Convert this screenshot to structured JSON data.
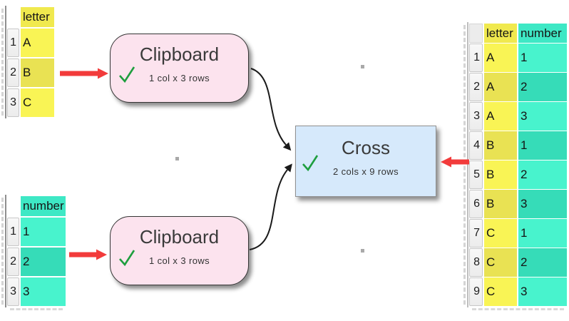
{
  "nodes": {
    "clipboard_top": {
      "title": "Clipboard",
      "subtitle": "1 col x 3 rows",
      "status_icon": "green-checkmark"
    },
    "clipboard_bottom": {
      "title": "Clipboard",
      "subtitle": "1 col x 3 rows",
      "status_icon": "green-checkmark"
    },
    "cross": {
      "title": "Cross",
      "subtitle": "2 cols x 9 rows",
      "status_icon": "green-checkmark"
    }
  },
  "tables": {
    "letter": {
      "header": "letter",
      "rows": [
        [
          "1",
          "A"
        ],
        [
          "2",
          "B"
        ],
        [
          "3",
          "C"
        ]
      ]
    },
    "number": {
      "header": "number",
      "rows": [
        [
          "1",
          "1"
        ],
        [
          "2",
          "2"
        ],
        [
          "3",
          "3"
        ]
      ]
    },
    "result": {
      "headers": [
        "letter",
        "number"
      ],
      "rows": [
        [
          "1",
          "A",
          "1"
        ],
        [
          "2",
          "A",
          "2"
        ],
        [
          "3",
          "A",
          "3"
        ],
        [
          "4",
          "B",
          "1"
        ],
        [
          "5",
          "B",
          "2"
        ],
        [
          "6",
          "B",
          "3"
        ],
        [
          "7",
          "C",
          "1"
        ],
        [
          "8",
          "C",
          "2"
        ],
        [
          "9",
          "C",
          "3"
        ]
      ]
    }
  },
  "colors": {
    "node_pink": "#fce3ee",
    "node_blue": "#d6e9fb",
    "yellow_header": "#f0e94e",
    "yellow_row": "#f9f455",
    "yellow_row_alt": "#e9e253",
    "teal_header": "#3ee8c5",
    "teal_row": "#48f3cd",
    "teal_row_alt": "#36dcb8",
    "success_green": "#1e9e3e",
    "arrow_red": "#f23b3b",
    "connector_black": "#1a1a1a",
    "grid_dot_gray": "#a9a9a9"
  }
}
